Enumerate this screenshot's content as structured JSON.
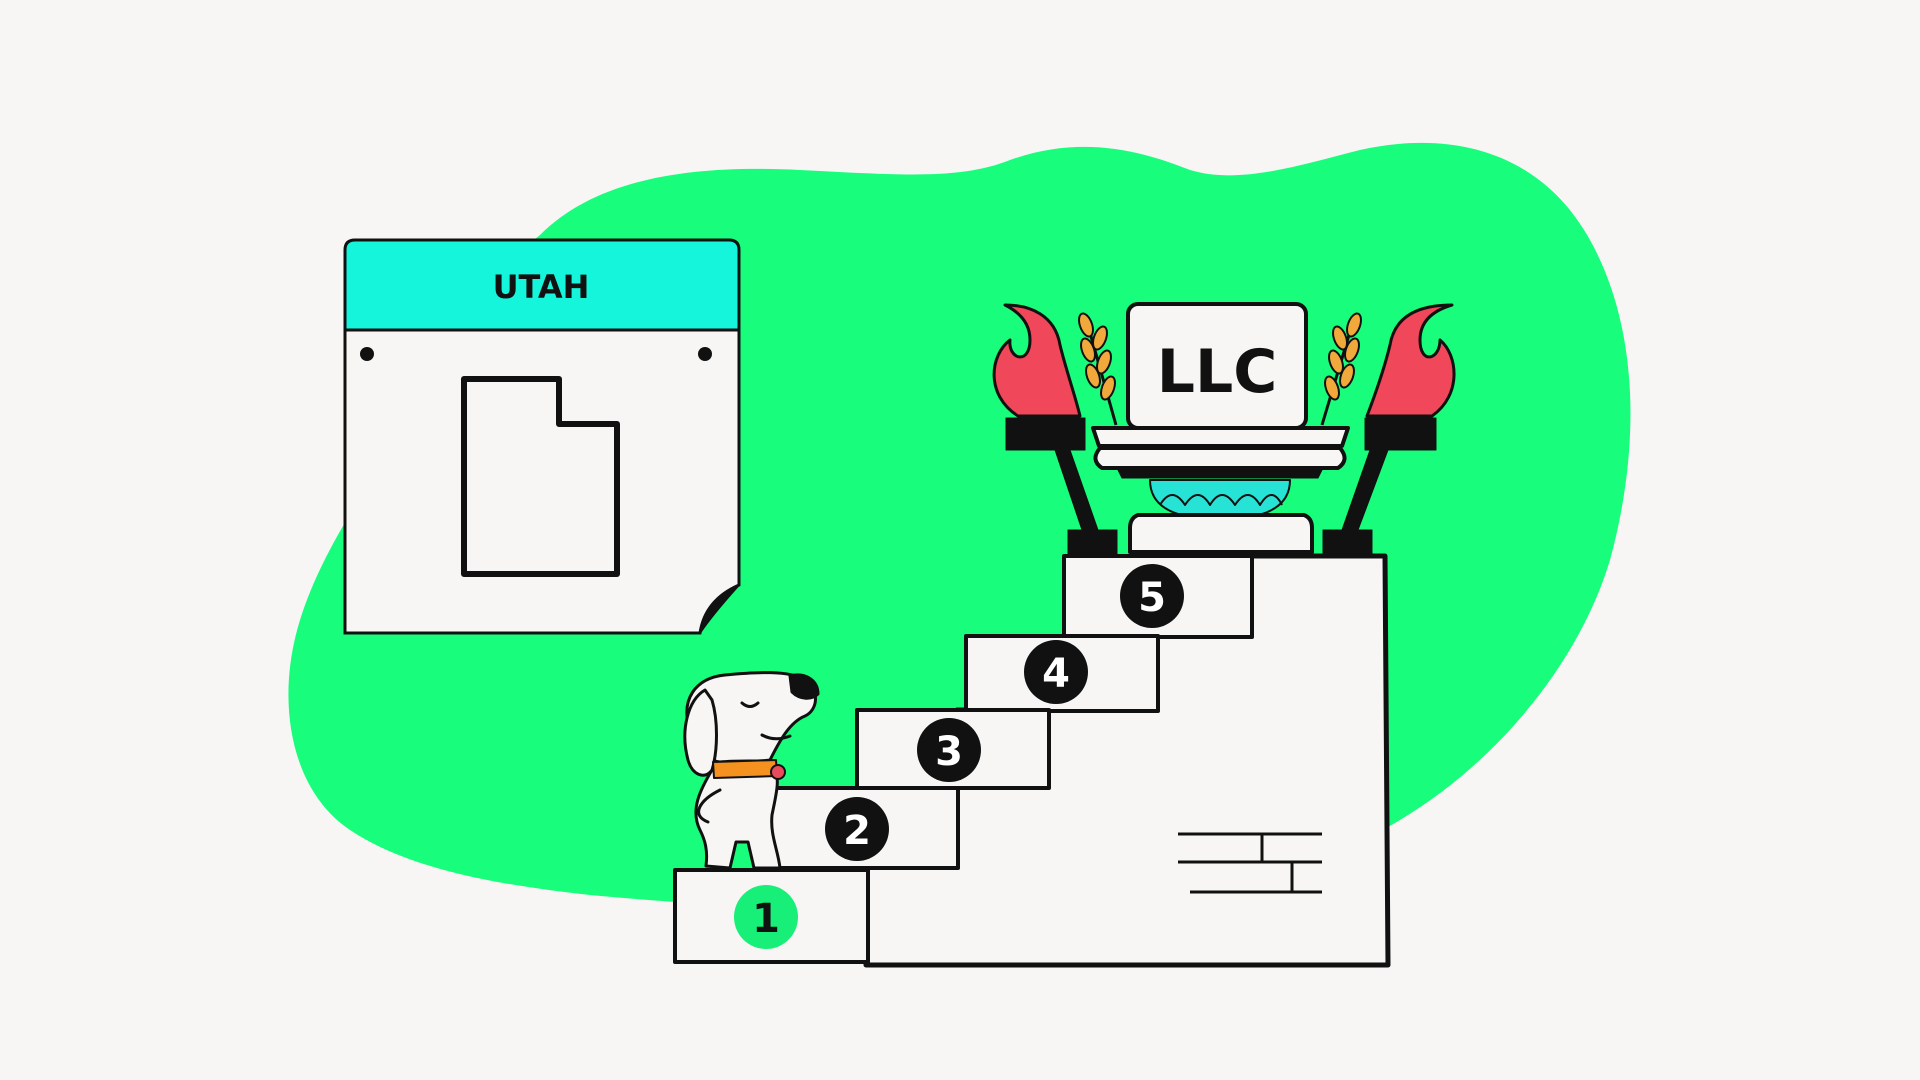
{
  "state_card": {
    "title": "UTAH",
    "header_color": "#14f5dc"
  },
  "pedestal": {
    "sign_text": "LLC"
  },
  "steps": [
    {
      "number": "1",
      "badge_color": "#18ef78",
      "number_color": "#111111"
    },
    {
      "number": "2",
      "badge_color": "#111111",
      "number_color": "#ffffff"
    },
    {
      "number": "3",
      "badge_color": "#111111",
      "number_color": "#ffffff"
    },
    {
      "number": "4",
      "badge_color": "#111111",
      "number_color": "#ffffff"
    },
    {
      "number": "5",
      "badge_color": "#111111",
      "number_color": "#ffffff"
    }
  ],
  "colors": {
    "background": "#f7f6f5",
    "blob": "#18fe7c",
    "flame": "#f0475a",
    "wheat": "#f2a93b",
    "lotus": "#27e3d6",
    "dog_collar": "#f5911e",
    "dog_tag": "#e84b5c",
    "outline": "#111111",
    "paper": "#f7f6f5"
  },
  "icons": [
    "utah-map-icon",
    "dog-mascot-icon",
    "torch-icon",
    "wheat-icon",
    "lotus-icon"
  ]
}
